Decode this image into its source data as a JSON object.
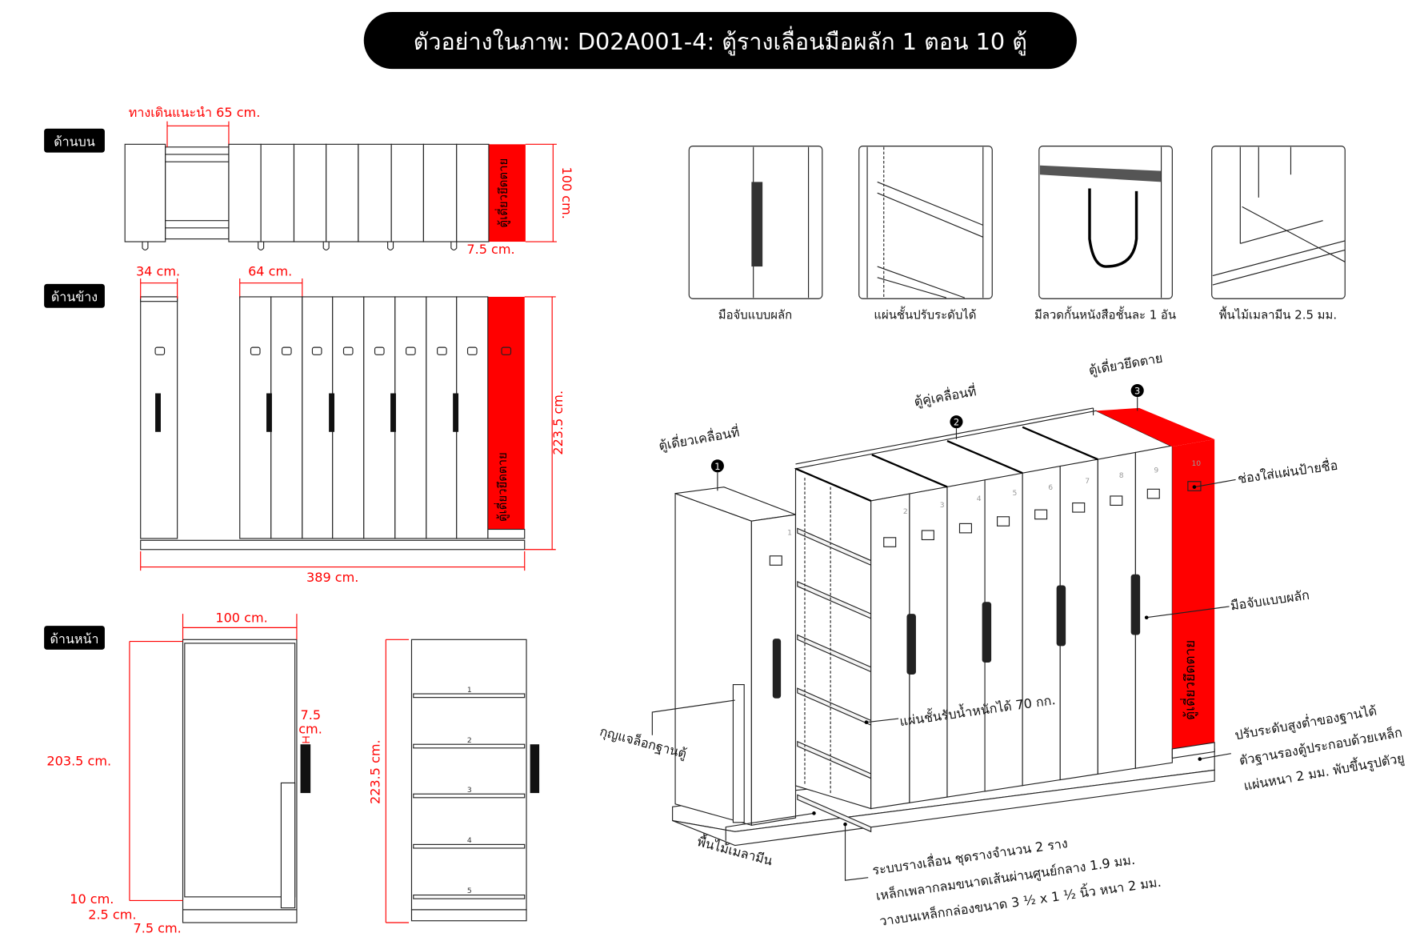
{
  "title": "ตัวอย่างในภาพ: D02A001-4: ตู้รางเลื่อนมือผลัก 1 ตอน 10 ตู้",
  "views": {
    "top": {
      "label": "ด้านบน",
      "walkway": "ทางเดินแนะนำ 65 cm.",
      "depth": "100 cm.",
      "gap": "7.5 cm.",
      "fixed_label": "ตู้เดี่ยวยึดตาย"
    },
    "side": {
      "label": "ด้านข้าง",
      "single_width": "34 cm.",
      "double_width": "64 cm.",
      "height": "223.5 cm.",
      "total_length": "389 cm.",
      "fixed_label": "ตู้เดี่ยวยึดตาย"
    },
    "front": {
      "label": "ด้านหน้า",
      "width": "100 cm.",
      "body_height": "203.5 cm.",
      "base": "10 cm.",
      "small_a": "2.5 cm.",
      "small_b": "7.5 cm.",
      "handle_a": "7.5",
      "handle_b": "cm.",
      "shelf_height": "223.5 cm.",
      "shelves": [
        "1",
        "2",
        "3",
        "4",
        "5"
      ]
    }
  },
  "details": [
    {
      "caption": "มือจับแบบผลัก"
    },
    {
      "caption": "แผ่นชั้นปรับระดับได้"
    },
    {
      "caption": "มีลวดกั้นหนังสือชั้นละ 1 อัน"
    },
    {
      "caption": "พื้นไม้เมลามีน 2.5 มม."
    }
  ],
  "iso": {
    "cabinet_numbers": [
      "1",
      "2",
      "3",
      "4",
      "5",
      "6",
      "7",
      "8",
      "9",
      "10"
    ],
    "markers": [
      {
        "num": "1",
        "label": "ตู้เดี่ยวเคลื่อนที่"
      },
      {
        "num": "2",
        "label": "ตู้คู่เคลื่อนที่"
      },
      {
        "num": "3",
        "label": "ตู้เดี่ยวยึดตาย"
      }
    ],
    "fixed_label": "ตู้เดี่ยวยึดตาย",
    "callouts": {
      "name_slot": "ช่องใส่แผ่นป้ายชื่อ",
      "handle": "มือจับแบบผลัก",
      "shelf_load": "แผ่นชั้นรับน้ำหนักได้ 70 กก.",
      "lock": "กุญแจล็อกฐานตู้",
      "floor": "พื้นไม้เมลามีน",
      "rail": [
        "ระบบรางเลื่อน ชุดรางจำนวน 2 ราง",
        "เหล็กเพลากลมขนาดเส้นผ่านศูนย์กลาง 1.9 มม.",
        "วางบนเหล็กกล่องขนาด 3 ½ x 1 ½ นิ้ว หนา 2 มม."
      ],
      "base": [
        "ปรับระดับสูงต่ำของฐานได้",
        "ตัวฐานรองตู้ประกอบด้วยเหล็ก",
        "แผ่นหนา 2 มม. พับขึ้นรูปตัวยู"
      ]
    }
  },
  "colors": {
    "accent": "#ff0000",
    "title_bg": "#000000"
  }
}
